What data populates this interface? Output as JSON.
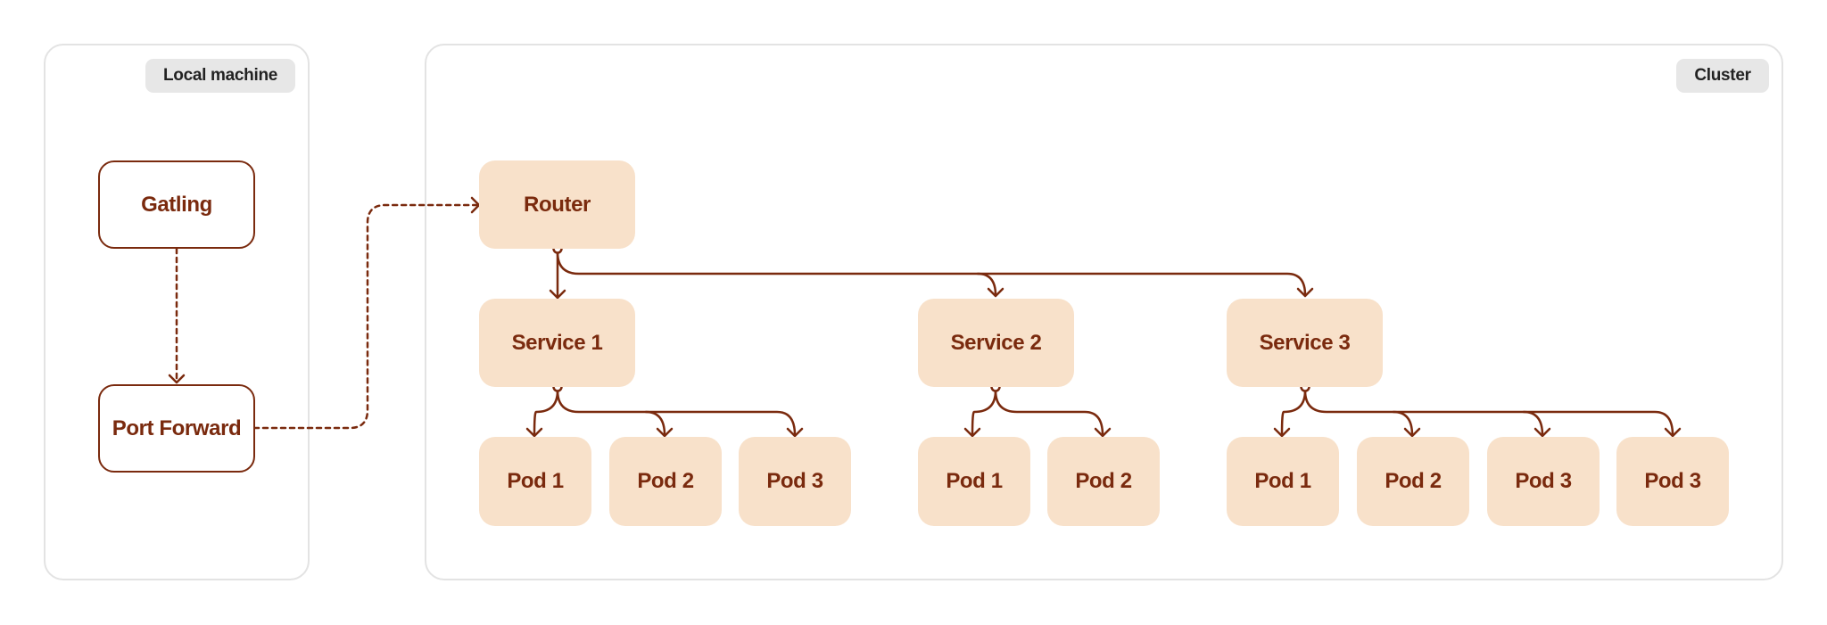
{
  "regions": {
    "local": {
      "tag": "Local machine"
    },
    "cluster": {
      "tag": "Cluster"
    }
  },
  "nodes": {
    "gatling": "Gatling",
    "port_forward": "Port Forward",
    "router": "Router",
    "service1": "Service 1",
    "service2": "Service 2",
    "service3": "Service 3",
    "s1_pods": [
      "Pod 1",
      "Pod 2",
      "Pod 3"
    ],
    "s2_pods": [
      "Pod 1",
      "Pod 2"
    ],
    "s3_pods": [
      "Pod 1",
      "Pod 2",
      "Pod 3",
      "Pod 3"
    ]
  },
  "colors": {
    "line": "#7a2a0e",
    "node_fill": "#f8e1ca",
    "border": "#e3e3e3",
    "tag_bg": "#e7e7e7"
  }
}
